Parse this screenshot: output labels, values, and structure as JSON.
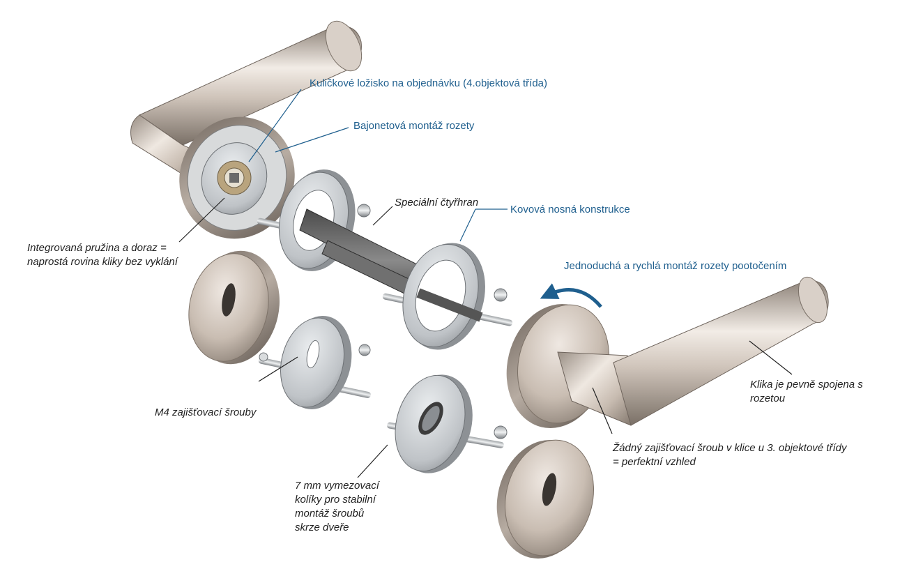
{
  "labels": {
    "ball_bearing": "Kuličkové ložisko na objednávku (4.objektová třída)",
    "bayonet": "Bajonetová montáž rozety",
    "special_spindle": "Speciální čtyřhran",
    "metal_frame": "Kovová nosná konstrukce",
    "quick_mount": "Jednoduchá a rychlá montáž rozety pootočením",
    "spring_line1": "Integrovaná pružina a doraz =",
    "spring_line2": "naprostá rovina kliky bez vyklání",
    "m4_screws": "M4 zajišťovací šrouby",
    "fixed_handle_line1": "Klika je pevně spojena s",
    "fixed_handle_line2": "rozetou",
    "no_screw_line1": "Žádný zajišťovací šroub v klice u 3. objektové třídy",
    "no_screw_line2": "= perfektní vzhled",
    "pins_line1": "7 mm vymezovací",
    "pins_line2": "kolíky pro stabilní",
    "pins_line3": "montáž šroubů",
    "pins_line4": "skrze dveře"
  },
  "colors": {
    "callout_blue": "#1f5f8e",
    "callout_dark": "#222222",
    "steel": "#c9bfb6",
    "aluminium": "#c4c8cc"
  }
}
